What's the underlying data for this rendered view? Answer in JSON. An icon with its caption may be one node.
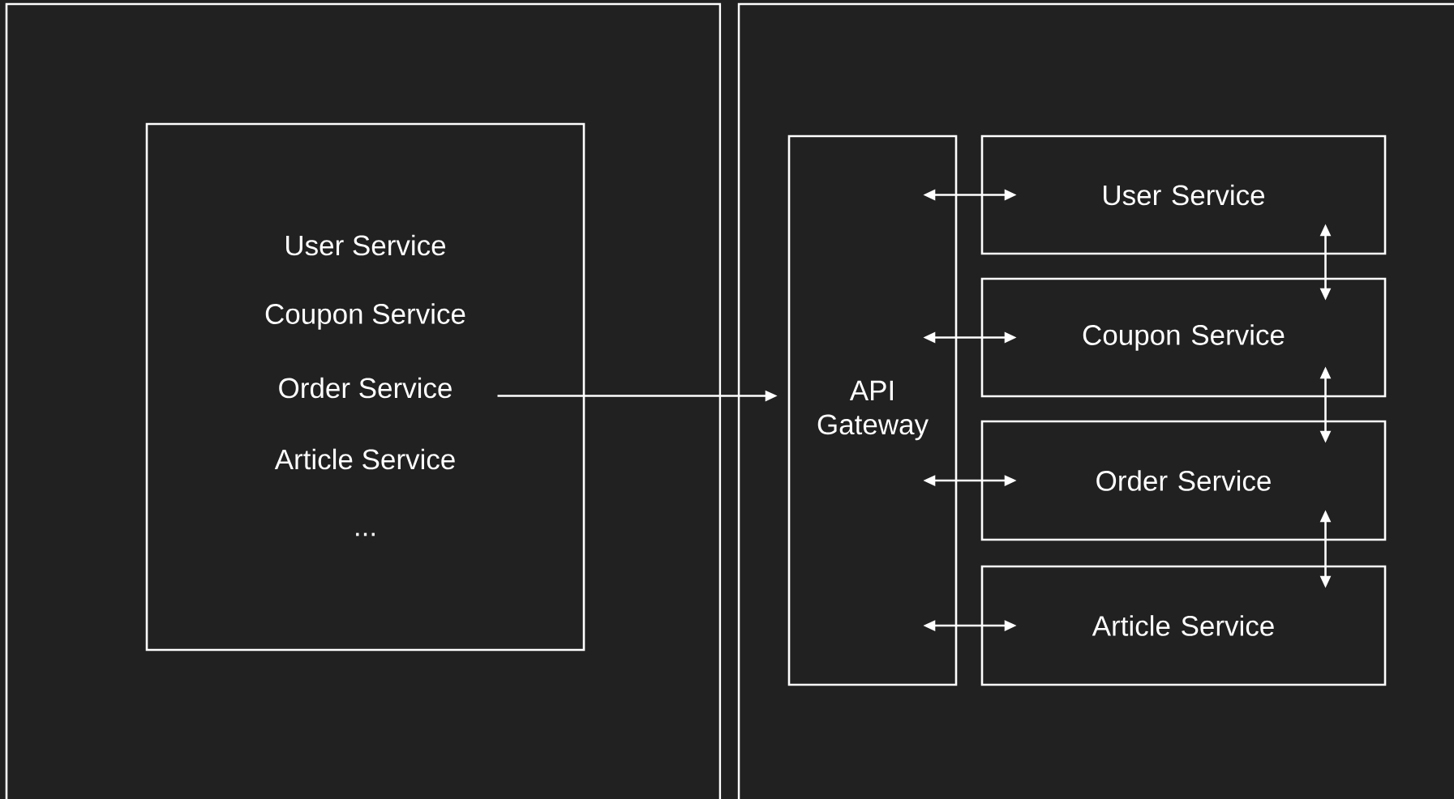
{
  "diagram": {
    "nodes": [
      {
        "text": [],
        "shape": "box"
      },
      {
        "text": [
          "User Service",
          "Coupon Service",
          "Order Service",
          "Article Service",
          "..."
        ],
        "in": 0
      },
      {
        "text": [],
        "shape": "box"
      },
      {
        "text": [
          "API Gateway"
        ],
        "in": 2
      },
      {
        "text": [
          "User Service"
        ],
        "in": 2
      },
      {
        "text": [
          "Coupon Service"
        ],
        "in": 2
      },
      {
        "text": [
          "Order Service"
        ],
        "in": 2
      },
      {
        "text": [
          "Article Service"
        ],
        "in": 2
      }
    ],
    "edges": [
      {
        "from": 1,
        "to": 3,
        "arrow": "to"
      },
      {
        "from": 3,
        "to": 4,
        "arrow": "both"
      },
      {
        "from": 3,
        "to": 5,
        "arrow": "both"
      },
      {
        "from": 3,
        "to": 6,
        "arrow": "both"
      },
      {
        "from": 3,
        "to": 7,
        "arrow": "both"
      },
      {
        "from": 4,
        "to": 5,
        "arrow": "both"
      },
      {
        "from": 5,
        "to": 6,
        "arrow": "both"
      },
      {
        "from": 6,
        "to": 7,
        "arrow": "both"
      }
    ]
  }
}
